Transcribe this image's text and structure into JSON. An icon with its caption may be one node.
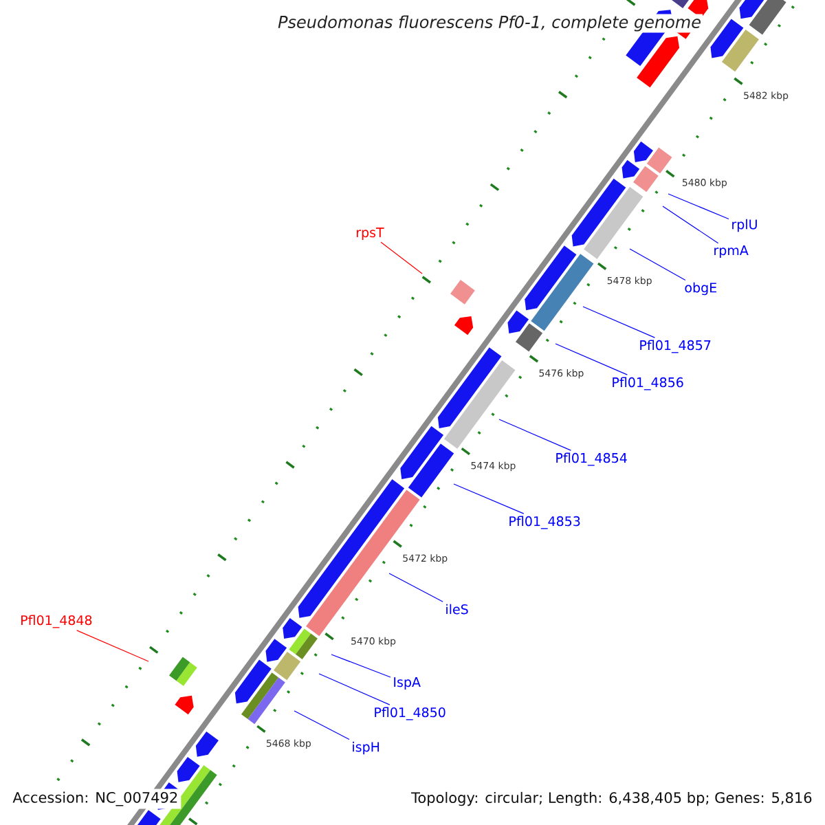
{
  "diagram": {
    "title": "Pseudomonas fluorescens Pf0-1, complete genome",
    "nodes": [
      {
        "text": [
          "rplU"
        ]
      },
      {
        "text": [
          "rpsT"
        ]
      },
      {
        "text": [
          "rpmA"
        ]
      },
      {
        "text": [
          "obgE"
        ]
      },
      {
        "text": [
          "Pfl01_4857"
        ]
      },
      {
        "text": [
          "Pfl01_4856"
        ]
      },
      {
        "text": [
          "Pfl01_4854"
        ]
      },
      {
        "text": [
          "Pfl01_4853"
        ]
      },
      {
        "text": [
          "ileS"
        ]
      },
      {
        "text": [
          "Pfl01_4848"
        ]
      },
      {
        "text": [
          "IspA"
        ]
      },
      {
        "text": [
          "Pfl01_4850"
        ]
      },
      {
        "text": [
          "ispH"
        ]
      }
    ],
    "edges": [
      {
        "from": 0,
        "to": null,
        "arrow": "none"
      },
      {
        "from": 1,
        "to": null,
        "arrow": "none",
        "color": "#ff0000"
      },
      {
        "from": 2,
        "to": null,
        "arrow": "none"
      },
      {
        "from": 3,
        "to": null,
        "arrow": "none"
      },
      {
        "from": 4,
        "to": null,
        "arrow": "none"
      },
      {
        "from": 5,
        "to": null,
        "arrow": "none"
      },
      {
        "from": 6,
        "to": null,
        "arrow": "none"
      },
      {
        "from": 7,
        "to": null,
        "arrow": "none"
      },
      {
        "from": 8,
        "to": null,
        "arrow": "none"
      },
      {
        "from": 9,
        "to": null,
        "arrow": "none",
        "color": "#ff0000"
      },
      {
        "from": 10,
        "to": null,
        "arrow": "none"
      },
      {
        "from": 11,
        "to": null,
        "arrow": "none"
      },
      {
        "from": 12,
        "to": null,
        "arrow": "none"
      }
    ],
    "labels": [
      "5482 kbp",
      "5480 kbp",
      "5478 kbp",
      "5476 kbp",
      "5474 kbp",
      "5472 kbp",
      "5470 kbp",
      "5468 kbp",
      "Accession: NC_007492",
      "Topology: circular; Length: 6,438,405 bp; Genes: 5,816"
    ]
  }
}
